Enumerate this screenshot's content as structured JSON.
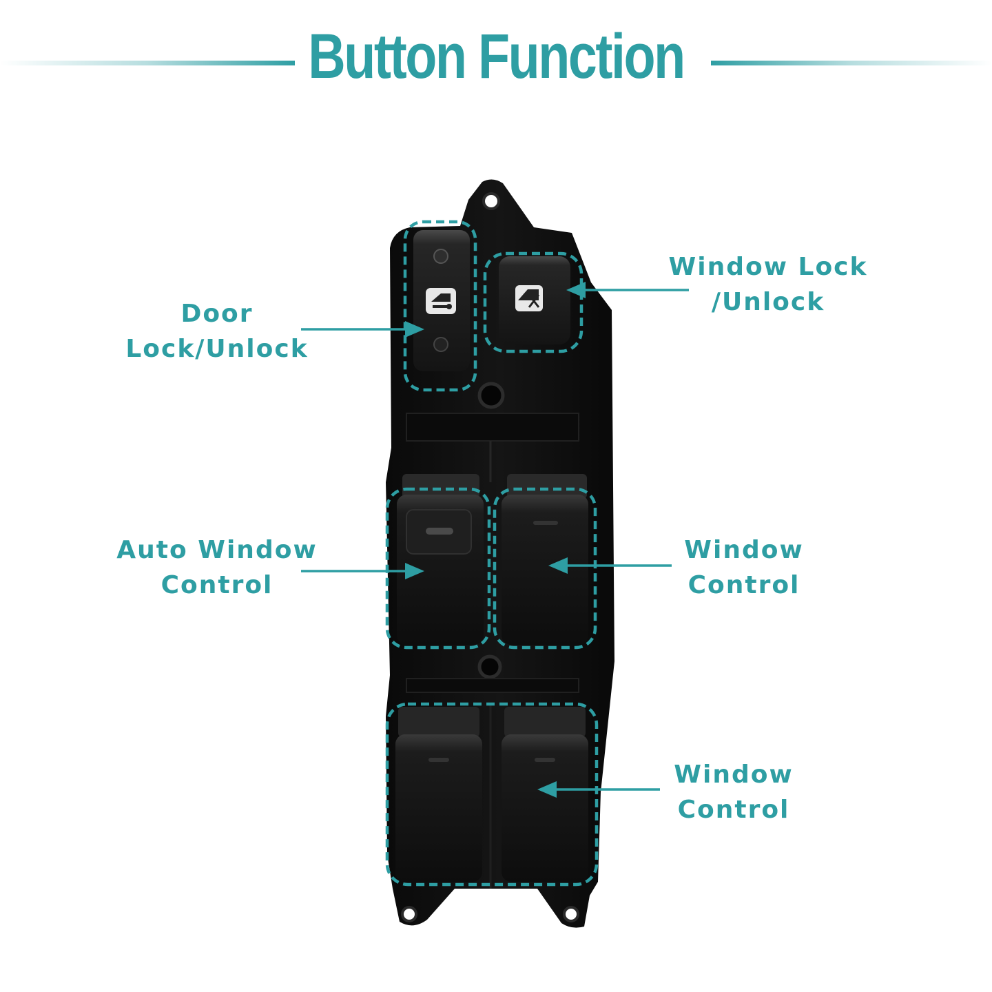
{
  "title": "Button Function",
  "colors": {
    "accent": "#2e9ea3",
    "panel": "#111111",
    "background": "#ffffff"
  },
  "labels": {
    "door_lock": {
      "line1": "Door",
      "line2": "Lock/Unlock"
    },
    "window_lock": {
      "line1": "Window Lock",
      "line2": "/Unlock"
    },
    "auto_window": {
      "line1": "Auto Window",
      "line2": "Control"
    },
    "window_control_front": {
      "line1": "Window",
      "line2": "Control"
    },
    "window_control_rear": {
      "line1": "Window",
      "line2": "Control"
    }
  },
  "icons": {
    "door_lock_button": "door-key-icon",
    "window_lock_button": "window-lock-icon"
  }
}
